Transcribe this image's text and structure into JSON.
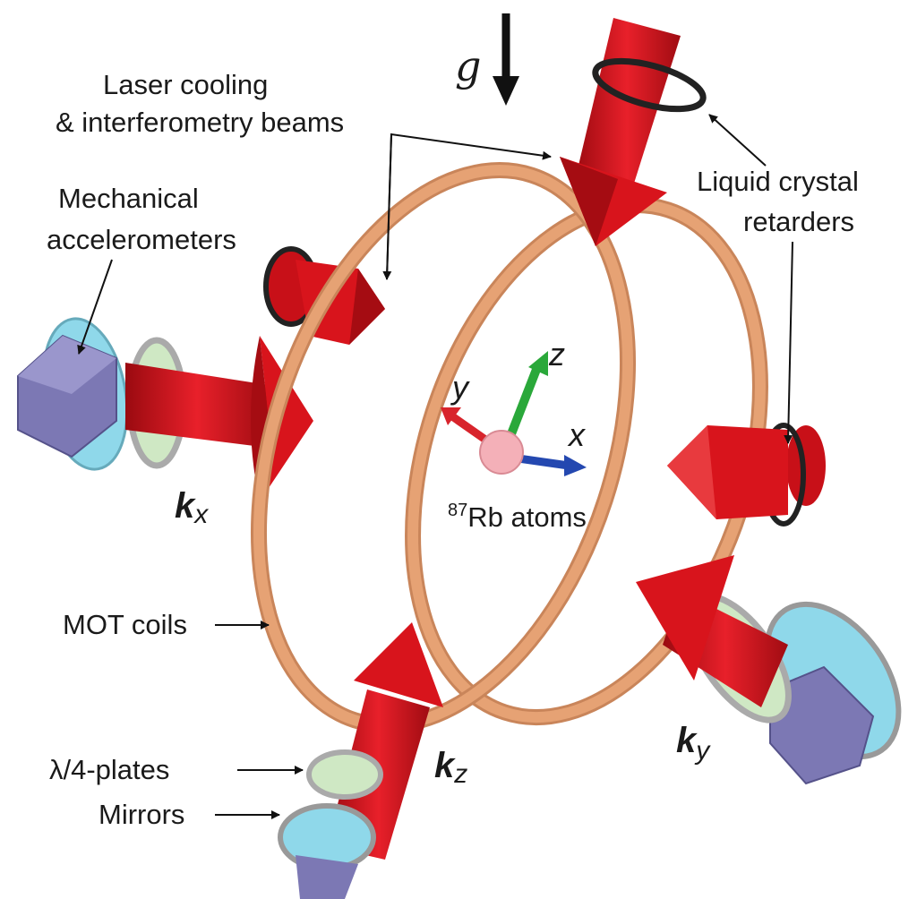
{
  "gravity_label": "g",
  "labels": {
    "laser_line1": "Laser cooling",
    "laser_line2": "& interferometry beams",
    "mech_line1": "Mechanical",
    "mech_line2": "accelerometers",
    "lcr_line1": "Liquid crystal",
    "lcr_line2": "retarders",
    "atoms_sup": "87",
    "atoms": "Rb atoms",
    "mot": "MOT coils",
    "plates": "λ/4-plates",
    "mirrors": "Mirrors"
  },
  "axes": {
    "x": "x",
    "y": "y",
    "z": "z"
  },
  "beams": {
    "kx": {
      "k": "k",
      "sub": "x"
    },
    "ky": {
      "k": "k",
      "sub": "y"
    },
    "kz": {
      "k": "k",
      "sub": "z"
    }
  },
  "colors": {
    "beam": "#d8141c",
    "coil": "#e6a274",
    "cube": "#7c78b4",
    "mirror": "#8fd8ea",
    "z_axis": "#2aa83a",
    "y_axis": "#d8242c",
    "x_axis": "#2448b0",
    "atom": "#f4b0b8"
  }
}
